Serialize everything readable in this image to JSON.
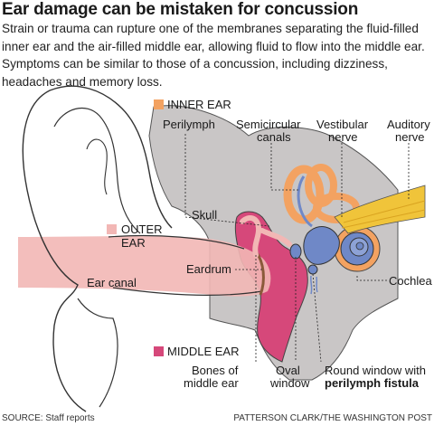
{
  "title": "Ear damage can be mistaken for concussion",
  "intro": "Strain or trauma can rupture one of the membranes separating the fluid-filled inner ear and the air-filled middle ear, allowing fluid to flow into the middle ear. Symptoms can be similar to those of a concussion, including dizziness, headaches and memory loss.",
  "colors": {
    "inner_ear": "#f3a261",
    "outer_ear": "#f2b7b5",
    "middle_ear": "#d6487a",
    "skull": "#c9c6c6",
    "nerve": "#f0c43a",
    "cochlea": "#6f88c7"
  },
  "legend": {
    "inner_ear": "INNER EAR",
    "outer_ear_line1": "OUTER",
    "outer_ear_line2": "EAR",
    "middle_ear": "MIDDLE EAR"
  },
  "labels": {
    "perilymph": "Perilymph",
    "semicircular_line1": "Semicircular",
    "semicircular_line2": "canals",
    "vestibular_line1": "Vestibular",
    "vestibular_line2": "nerve",
    "auditory_line1": "Auditory",
    "auditory_line2": "nerve",
    "skull": "Skull",
    "ear_canal": "Ear canal",
    "eardrum": "Eardrum",
    "cochlea": "Cochlea",
    "bones_line1": "Bones of",
    "bones_line2": "middle ear",
    "oval_line1": "Oval",
    "oval_line2": "window",
    "round_line1": "Round window with",
    "round_line2": "perilymph fistula"
  },
  "footer": {
    "source": "SOURCE: Staff reports",
    "credit": "PATTERSON CLARK/THE WASHINGTON POST"
  }
}
